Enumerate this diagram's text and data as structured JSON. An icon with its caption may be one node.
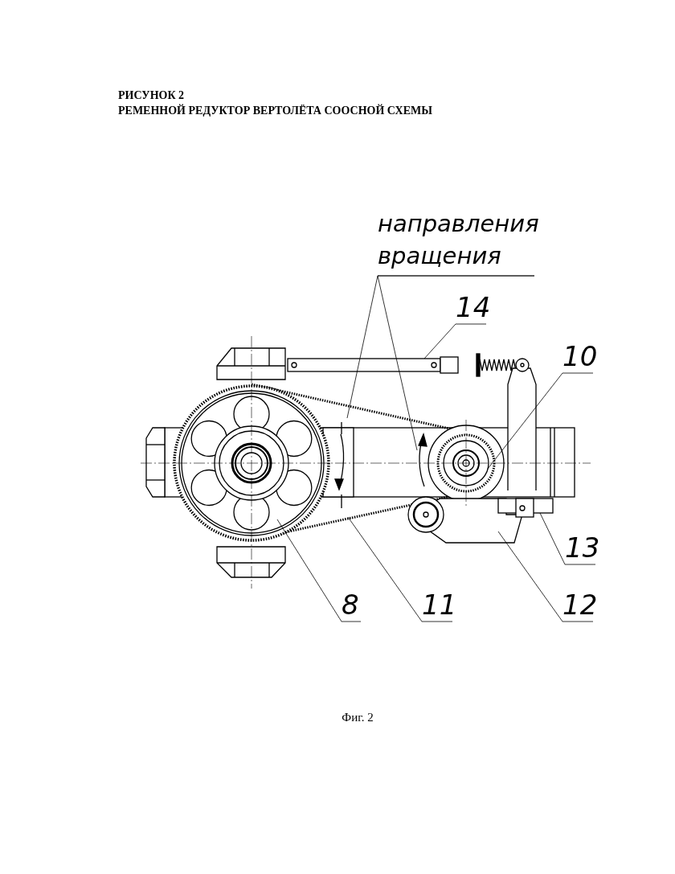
{
  "diagram": {
    "title": "РЕМЕННОЙ РЕДУКТОР ВЕРТОЛЁТА СООСНОЙ СХЕМЫ",
    "caption": "Фиг. 2",
    "labels": [
      "РИСУНОК 2"
    ],
    "nodes": [
      {
        "text": [
          "направления вращения"
        ]
      },
      {
        "text": [
          "14"
        ]
      },
      {
        "text": [
          "10"
        ]
      },
      {
        "text": [
          "13"
        ]
      },
      {
        "text": [
          "12"
        ]
      },
      {
        "text": [
          "8"
        ]
      },
      {
        "text": [
          "11"
        ]
      }
    ],
    "edges": [
      {
        "from": 0,
        "to": null,
        "arrow": "none"
      },
      {
        "from": 0,
        "to": null,
        "arrow": "none"
      },
      {
        "from": 1,
        "to": null,
        "arrow": "none"
      },
      {
        "from": 2,
        "to": null,
        "arrow": "none"
      },
      {
        "from": 3,
        "to": null,
        "arrow": "none"
      },
      {
        "from": 4,
        "to": null,
        "arrow": "none"
      },
      {
        "from": 5,
        "to": null,
        "arrow": "none"
      },
      {
        "from": 6,
        "to": null,
        "arrow": "none"
      }
    ]
  }
}
